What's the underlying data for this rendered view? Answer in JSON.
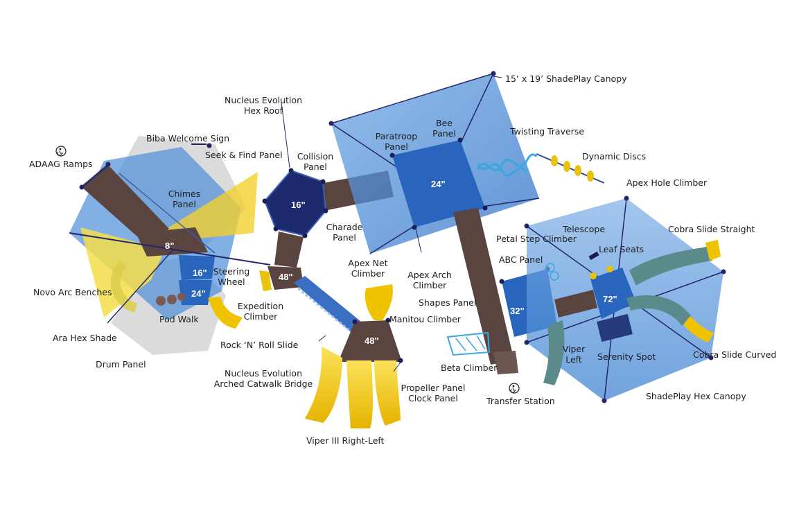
{
  "diagram": {
    "labels": {
      "adaag_ramps": "ADAAG Ramps",
      "biba_welcome_sign": "Biba Welcome Sign",
      "seek_find_panel": "Seek & Find Panel",
      "nucleus_hex_roof_1": "Nucleus Evolution",
      "nucleus_hex_roof_2": "Hex Roof",
      "collision_panel_1": "Collision",
      "collision_panel_2": "Panel",
      "paratroop_panel_1": "Paratroop",
      "paratroop_panel_2": "Panel",
      "bee_panel_1": "Bee",
      "bee_panel_2": "Panel",
      "shadeplay_canopy": "15’ x 19’ ShadePlay Canopy",
      "twisting_traverse": "Twisting Traverse",
      "dynamic_discs": "Dynamic Discs",
      "apex_hole_climber": "Apex Hole Climber",
      "chimes_panel_1": "Chimes",
      "chimes_panel_2": "Panel",
      "charade_panel_1": "Charade",
      "charade_panel_2": "Panel",
      "telescope": "Telescope",
      "cobra_slide_straight": "Cobra Slide Straight",
      "petal_step_climber": "Petal Step Climber",
      "leaf_seats": "Leaf Seats",
      "abc_panel": "ABC Panel",
      "apex_net_climber_1": "Apex Net",
      "apex_net_climber_2": "Climber",
      "apex_arch_climber_1": "Apex Arch",
      "apex_arch_climber_2": "Climber",
      "steering_wheel_1": "Steering",
      "steering_wheel_2": "Wheel",
      "novo_arc_benches": "Novo Arc Benches",
      "shapes_panel": "Shapes Panel",
      "expedition_climber_1": "Expedition",
      "expedition_climber_2": "Climber",
      "pod_walk": "Pod Walk",
      "manitou_climber": "Manitou Climber",
      "ara_hex_shade": "Ara Hex Shade",
      "rock_n_roll_slide": "Rock ‘N’ Roll Slide",
      "viper_left_1": "Viper",
      "viper_left_2": "Left",
      "cobra_slide_curved": "Cobra Slide Curved",
      "drum_panel": "Drum Panel",
      "beta_climber": "Beta Climber",
      "serenity_spot": "Serenity Spot",
      "nucleus_catwalk_1": "Nucleus Evolution",
      "nucleus_catwalk_2": "Arched Catwalk Bridge",
      "propeller_panel": "Propeller Panel",
      "clock_panel": "Clock Panel",
      "shadeplay_hex_canopy": "ShadePlay Hex Canopy",
      "transfer_station": "Transfer Station",
      "viper_iii": "Viper III Right-Left"
    },
    "heights": {
      "h8": "8\"",
      "h16_left": "16\"",
      "h24_left": "24\"",
      "h16_hex": "16\"",
      "h48_mid": "48\"",
      "h48_deck": "48\"",
      "h24_canopy": "24\"",
      "h32": "32\"",
      "h72": "72\""
    },
    "colors": {
      "shade_blue": "#3b82d6",
      "deck_brown": "#5a4440",
      "slide_yellow": "#f4cc1a",
      "shade_grey": "#c8c8c8",
      "shade_yellow": "#f3d63a",
      "roof_navy": "#1e2a6e",
      "slide_teal": "#5a8b8a",
      "label_text": "#1d1d1d"
    },
    "icons": [
      "wheelchair-access-icon",
      "wheelchair-access-icon"
    ]
  }
}
